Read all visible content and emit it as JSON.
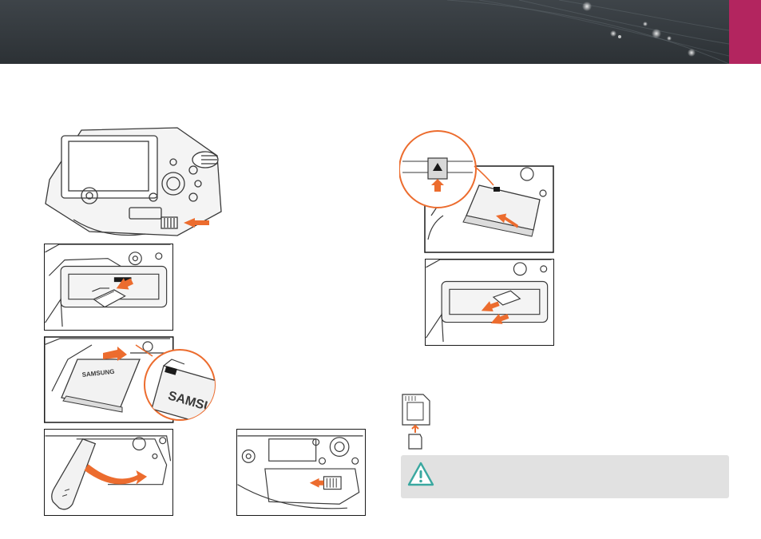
{
  "header": {
    "accent_color": "#b3255f",
    "background_color": "#353b40"
  },
  "illustrations": [
    {
      "id": "camera-back-slide-latch",
      "icon": "camera-back-icon"
    },
    {
      "id": "insert-memory-card",
      "icon": "memory-card-insert-icon"
    },
    {
      "id": "insert-battery",
      "icon": "battery-insert-icon",
      "battery_brand": "SAMSUNG"
    },
    {
      "id": "close-cover",
      "icon": "cover-close-icon"
    },
    {
      "id": "slide-latch-lock",
      "icon": "latch-lock-icon"
    },
    {
      "id": "release-battery-lock",
      "icon": "battery-release-icon"
    },
    {
      "id": "remove-memory-card",
      "icon": "memory-card-remove-icon"
    }
  ],
  "sd_adapter": {
    "icon": "sd-adapter-icon"
  },
  "note": {
    "icon": "caution-icon",
    "color": "#3aa8a0"
  },
  "colors": {
    "arrow": "#ec6c2e",
    "line": "#3a3a3a",
    "callout": "#ec6c2e"
  }
}
